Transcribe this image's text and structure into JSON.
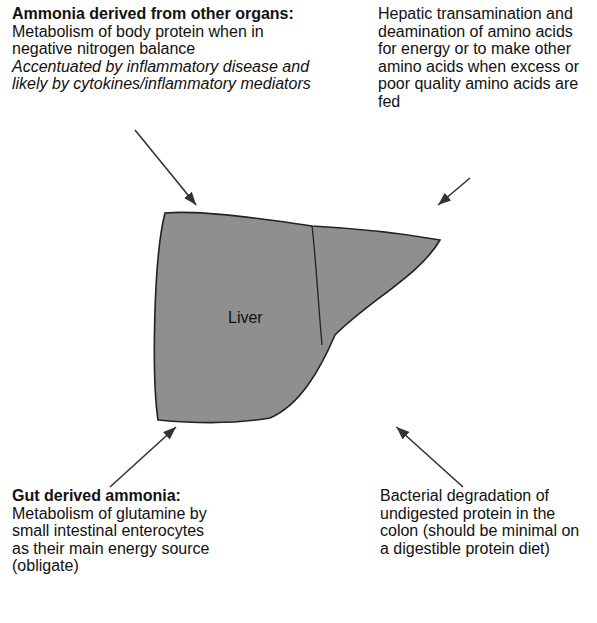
{
  "diagram": {
    "nodes": [
      {
        "text": [
          "Ammonia derived from other organs:",
          "Metabolism of body protein when in negative nitrogen balance",
          "Accentuated by inflammatory disease and likely by cytokines/inflammatory mediators"
        ]
      },
      {
        "text": [
          "Hepatic transamination and deamination of amino acids for energy or to make other amino acids when excess or poor quality amino acids are fed"
        ]
      },
      {
        "text": [
          "Liver"
        ]
      },
      {
        "text": [
          "Gut derived ammonia:",
          "Metabolism of glutamine by small intestinal enterocytes as their main energy source (obligate)"
        ]
      },
      {
        "text": [
          "Bacterial degradation of undigested protein in the colon (should be minimal on a digestible protein diet)"
        ]
      }
    ],
    "edges": [
      {
        "from": 0,
        "to": 2,
        "arrow": "to"
      },
      {
        "from": 1,
        "to": 2,
        "arrow": "to"
      },
      {
        "from": 3,
        "to": 2,
        "arrow": "to"
      },
      {
        "from": 4,
        "to": 2,
        "arrow": "to"
      }
    ]
  }
}
